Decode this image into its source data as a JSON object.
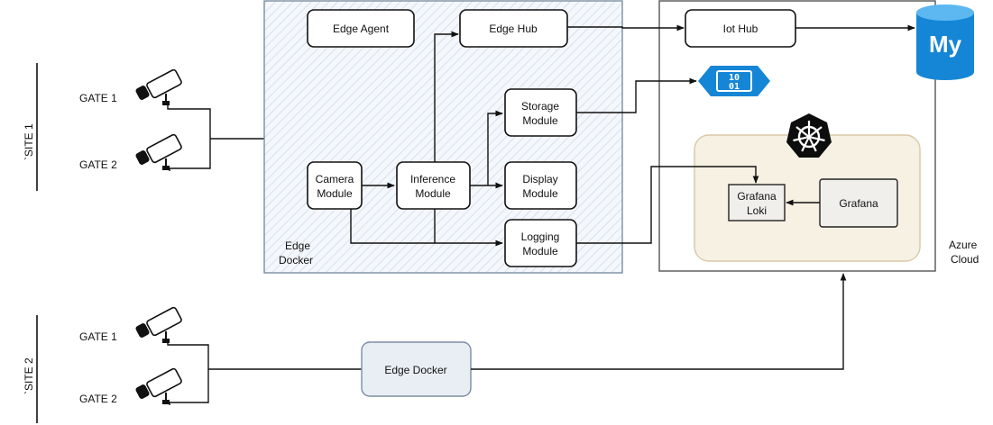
{
  "site1": {
    "label": "`SITE 1",
    "gate1": "GATE 1",
    "gate2": "GATE 2"
  },
  "site2": {
    "label": "`SITE 2",
    "gate1": "GATE 1",
    "gate2": "GATE 2"
  },
  "edge_docker_region": {
    "label_line1": "Edge",
    "label_line2": "Docker"
  },
  "modules": {
    "edge_agent": "Edge Agent",
    "edge_hub": "Edge Hub",
    "storage": {
      "line1": "Storage",
      "line2": "Module"
    },
    "camera": {
      "line1": "Camera",
      "line2": "Module"
    },
    "inference": {
      "line1": "Inference",
      "line2": "Module"
    },
    "display": {
      "line1": "Display",
      "line2": "Module"
    },
    "logging": {
      "line1": "Logging",
      "line2": "Module"
    }
  },
  "azure": {
    "label_line1": "Azure",
    "label_line2": "Cloud",
    "iot_hub": "Iot Hub",
    "mysql_logo_text": "My",
    "blob_icon_text_top": "10",
    "blob_icon_text_bottom": "01",
    "grafana_loki": {
      "line1": "Grafana",
      "line2": "Loki"
    },
    "grafana": "Grafana"
  },
  "edge_docker_site2": "Edge Docker",
  "colors": {
    "hatch": "#c3d4e6",
    "region_edge": "#eef3f8",
    "k8s_fill": "#f7f1e3",
    "k8s_stroke": "#d7c8a6",
    "azure_blue": "#1586d6",
    "k8s_icon": "#0d0d0d"
  }
}
